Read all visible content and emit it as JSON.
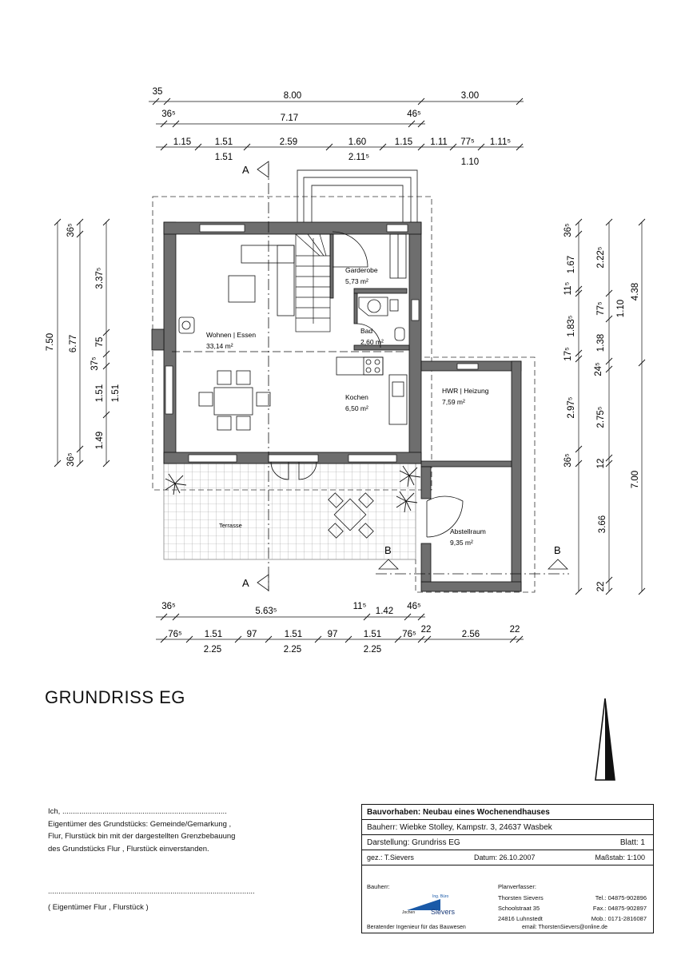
{
  "drawing": {
    "section_marks": {
      "a": "A",
      "b": "B"
    },
    "rooms": [
      {
        "name": "Wohnen | Essen",
        "area": "33,14 m²"
      },
      {
        "name": "Garderobe",
        "area": "5,73 m²"
      },
      {
        "name": "Bad",
        "area": "2,60 m²"
      },
      {
        "name": "Kochen",
        "area": "6,50 m²"
      },
      {
        "name": "HWR | Heizung",
        "area": "7,59 m²"
      },
      {
        "name": "Abstellraum",
        "area": "9,35 m²"
      }
    ],
    "terrace_label": "Terrasse",
    "dims_top_row1": [
      "35",
      "8.00",
      "3.00"
    ],
    "dims_top_row2": [
      "36⁵",
      "7.17",
      "46⁵"
    ],
    "dims_top_row3": [
      "1.15",
      "1.51",
      "2.59",
      "1.60",
      "1.15",
      "1.11",
      "77⁵",
      "1.11⁵"
    ],
    "dims_top_row3_sub": [
      "1.51",
      "2.11⁵",
      "1.10"
    ],
    "dims_bottom_row1": [
      "36⁵",
      "5.63⁵",
      "11⁵",
      "1.42",
      "46⁵"
    ],
    "dims_bottom_row2": [
      "76⁵",
      "1.51",
      "97",
      "1.51",
      "97",
      "1.51",
      "76⁵",
      "22",
      "2.56",
      "22"
    ],
    "dims_bottom_row2_sub": [
      "2.25",
      "2.25",
      "2.25"
    ],
    "dims_left_outer": [
      "7.50"
    ],
    "dims_left_mid": [
      "36⁵",
      "6.77",
      "36⁵"
    ],
    "dims_left_inner": [
      "3.37⁵",
      "75",
      "37⁵",
      "1.51",
      "1.49"
    ],
    "dims_left_inner2": [
      "1.51"
    ],
    "dims_right_inner": [
      "36⁵",
      "1.67",
      "11⁵",
      "1.83⁵",
      "17⁵",
      "2.97⁵",
      "36⁵"
    ],
    "dims_right_mid": [
      "2.22⁵",
      "77⁵",
      "1.38",
      "24⁵",
      "2.75⁵",
      "12",
      "3.66",
      "22"
    ],
    "dims_right_outer": [
      "1.10",
      "4.38",
      "7.00"
    ]
  },
  "sheet": {
    "title": "GRUNDRISS EG"
  },
  "consent": {
    "line1": "Ich, ..............................................................................",
    "line2": "Eigentümer des Grundstücks: Gemeinde/Gemarkung ,",
    "line3": "Flur, Flurstück bin mit der dargestellten Grenzbebauung",
    "line4": "des Grundstücks Flur , Flurstück  einverstanden.",
    "line5": "..................................................................................................",
    "line6": "( Eigentümer Flur , Flurstück )"
  },
  "title_block": {
    "project": "Bauvorhaben:  Neubau eines Wochenendhauses",
    "owner": "Bauherr: Wiebke Stolley, Kampstr. 3, 24637 Wasbek",
    "display": "Darstellung:  Grundriss EG",
    "sheet": "Blatt:  1",
    "drawn_by": "gez.:    T.Sievers",
    "date": "Datum: 26.10.2007",
    "scale": "Maßstab:   1:100",
    "client_label": "Bauherr:",
    "planner_label": "Planverfasser:",
    "logo_text": "Sievers",
    "logo_small": "Ing. Büro",
    "logo_small2": "Jochen",
    "planner_name": "Thorsten Sievers",
    "planner_street": "Schoolstraat 35",
    "planner_city": "24816 Luhnstedt",
    "tel": "Tel.: 04875-902896",
    "fax": "Fax.: 04875-902897",
    "mob": "Mob.: 0171-2816087",
    "footer_left": "Beratender Ingenieur für das Bauwesen",
    "footer_right": "email: ThorstenSievers@online.de"
  }
}
